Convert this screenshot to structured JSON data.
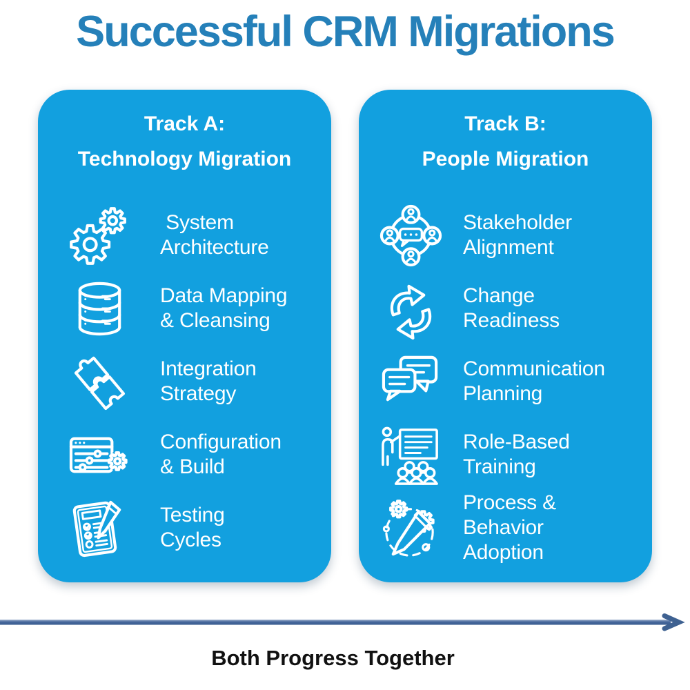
{
  "title": "Successful CRM Migrations",
  "colors": {
    "card_background": "#12A0DF",
    "title_text": "#2580B9",
    "card_text": "#FFFFFF",
    "arrow": "#3E6191",
    "footer_text": "#111111"
  },
  "tracks": [
    {
      "id": "A",
      "heading_line1": "Track A:",
      "heading_line2": "Technology Migration",
      "items": [
        {
          "icon": "gears-icon",
          "label": " System\nArchitecture"
        },
        {
          "icon": "database-icon",
          "label": "Data Mapping\n& Cleansing"
        },
        {
          "icon": "puzzle-pieces-icon",
          "label": "Integration\nStrategy"
        },
        {
          "icon": "settings-window-icon",
          "label": "Configuration\n& Build"
        },
        {
          "icon": "checklist-pen-icon",
          "label": "Testing\nCycles"
        }
      ]
    },
    {
      "id": "B",
      "heading_line1": "Track B:",
      "heading_line2": "People Migration",
      "items": [
        {
          "icon": "stakeholders-icon",
          "label": "Stakeholder\nAlignment"
        },
        {
          "icon": "cycle-arrows-icon",
          "label": "Change\nReadiness"
        },
        {
          "icon": "chat-bubbles-icon",
          "label": "Communication\nPlanning"
        },
        {
          "icon": "training-icon",
          "label": "Role-Based\nTraining"
        },
        {
          "icon": "pencil-gears-icon",
          "label": "Process &\nBehavior\nAdoption"
        }
      ]
    }
  ],
  "footer": {
    "label": "Both Progress Together",
    "arrow_icon": "right-arrow-icon"
  }
}
